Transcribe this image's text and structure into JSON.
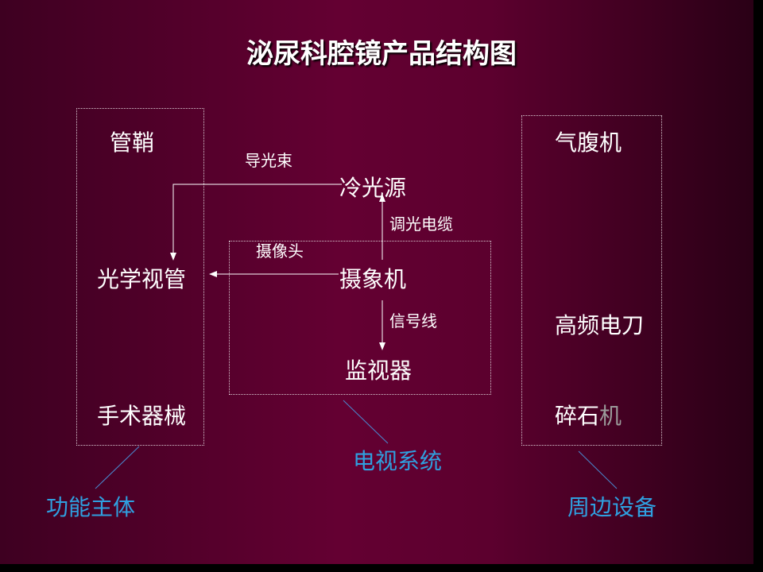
{
  "title": "泌尿科腔镜产品结构图",
  "left_group": {
    "items": [
      "管鞘",
      "光学视管",
      "手术器械"
    ],
    "caption": "功能主体"
  },
  "middle_group": {
    "cold_light_source": "冷光源",
    "camera": "摄象机",
    "monitor": "监视器",
    "caption": "电视系统"
  },
  "right_group": {
    "items": [
      "气腹机",
      "高频电刀"
    ],
    "lithotripter_part1": "碎石",
    "lithotripter_part2": "机",
    "caption": "周边设备"
  },
  "connections": {
    "light_guide": "导光束",
    "dimmer_cable": "调光电缆",
    "camera_head": "摄像头",
    "signal_line": "信号线"
  }
}
